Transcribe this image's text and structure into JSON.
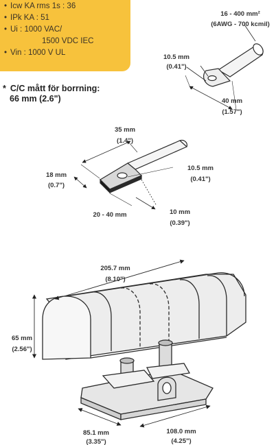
{
  "specs": [
    "Icw KA rms 1s : 36",
    "IPk KA : 51",
    "Ui : 1000 VAC/",
    "1500 VDC IEC",
    "Vin : 1000 V UL"
  ],
  "note": {
    "star": "*",
    "line1": "C/C mått för borrning:",
    "line2": "66 mm (2.6\")"
  },
  "lug": {
    "range": "16 - 400 mm²",
    "awg": "(6AWG - 700 kcmil)",
    "hole_mm": "10.5 mm",
    "hole_in": "(0.41\")",
    "len_mm": "40 mm",
    "len_in": "(1.57\")"
  },
  "bar": {
    "length_mm": "35 mm",
    "length_in": "(1.4\")",
    "width_mm": "18 mm",
    "width_in": "(0.7\")",
    "hole_mm": "10.5 mm",
    "hole_in": "(0.41\")",
    "thick_range": "20 - 40 mm",
    "thick_mm": "10 mm",
    "thick_in": "(0.39\")"
  },
  "holder": {
    "length_mm": "205.7 mm",
    "length_in": "(8.10\")",
    "height_mm": "65 mm",
    "height_in": "(2.56\")",
    "base_w_mm": "85.1 mm",
    "base_w_in": "(3.35\")",
    "base_d_mm": "108.0 mm",
    "base_d_in": "(4.25\")"
  }
}
